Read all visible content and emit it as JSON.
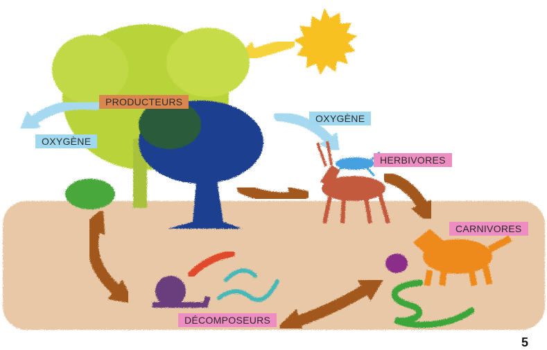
{
  "labels": {
    "producteurs": "PRODUCTEURS",
    "oxygene_left": "OXYGÈNE",
    "oxygene_right": "OXYGÈNE",
    "herbivores": "HERBIVORES",
    "carnivores": "CARNIVORES",
    "decomposeurs": "DÉCOMPOSEURS"
  },
  "page_number": "5",
  "colors": {
    "producteurs_bg": "#d9874f",
    "oxygene_bg": "#9fd8ef",
    "consumer_bg": "#ee8dc2",
    "soil": "#e8c8a6",
    "arrow_brown": "#a2581e",
    "arrow_yellow": "#f6d33a",
    "arrow_blue": "#a6d9f0",
    "sun": "#f7c124",
    "tree_light": "#b9d43b",
    "tree_dark": "#1f3f8f",
    "antelope": "#c45a3e",
    "fox": "#ee8a1a",
    "grasshopper": "#46a0e0",
    "snail": "#6b3e7d",
    "slug": "#e04a2a",
    "worm": "#46b8b8",
    "snake": "#3ea63a",
    "toad": "#8a2f8a",
    "bush": "#4aa83a"
  },
  "icons": [
    "sun-icon",
    "tree-icon",
    "bush-icon",
    "grasshopper-icon",
    "antelope-icon",
    "fox-icon",
    "toad-icon",
    "snake-icon",
    "snail-icon",
    "slug-icon",
    "worm-icon"
  ]
}
